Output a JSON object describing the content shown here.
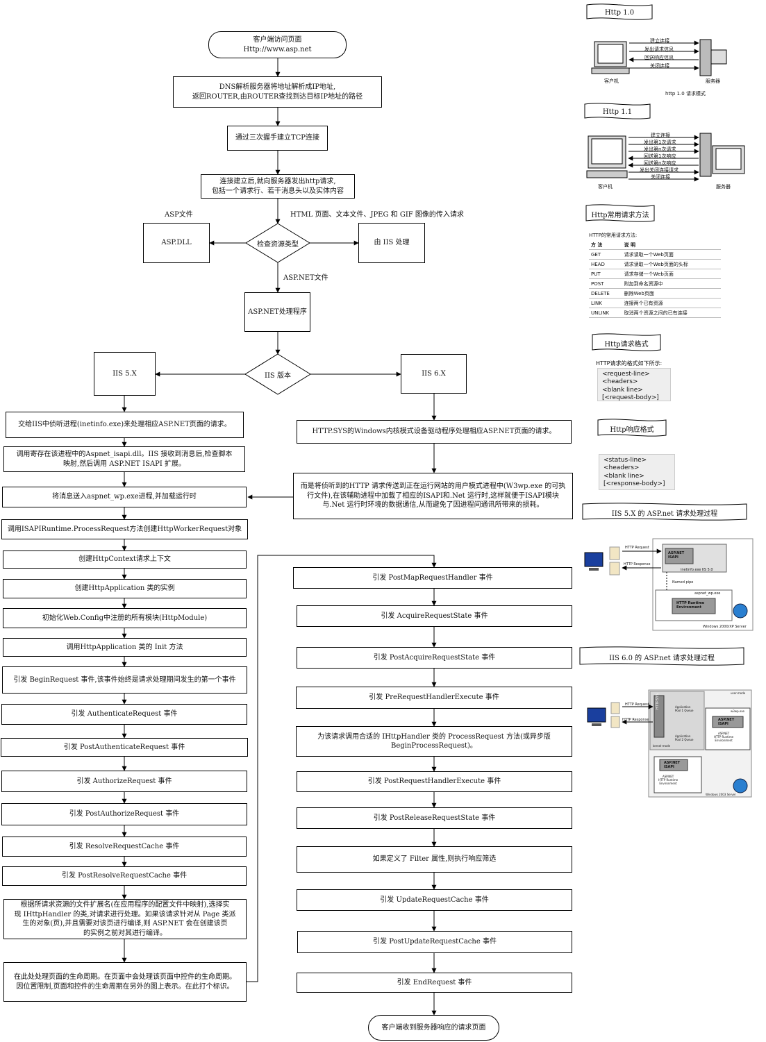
{
  "flow": {
    "start": "客户端访问页面\nHttp://www.asp.net",
    "dns": "DNS解析服务器将地址解析成IP地址,\n返回ROUTER,由ROUTER查找到达目标IP地址的路径",
    "tcp": "通过三次握手建立TCP连接",
    "send": "连接建立后,就向服务器发出http请求,\n包括一个请求行、若干消息头以及实体内容",
    "asp_file_label": "ASP文件",
    "html_label": "HTML 页面、文本文件、JPEG 和 GIF 图像的传入请求",
    "asp_dll": "ASP.DLL",
    "check": "检查资源类型",
    "iis_handle": "由 IIS 处理",
    "aspnet_file_label": "ASP.NET文件",
    "aspnet_handler": "ASP.NET处理程序",
    "iis_version": "IIS 版本",
    "iis5": "IIS 5.X",
    "iis6": "IIS 6.X",
    "l1": "交给IIS中侦听进程(inetinfo.exe)来处理相应ASP.NET页面的请求。",
    "l2": "调用寄存在该进程中的Aspnet_isapi.dll。IIS 接收到消息后,检查脚本\n映射,然后调用 ASP.NET ISAPI 扩展。",
    "l3": "将消息送入aspnet_wp.exe进程,并加载运行时",
    "l4": "调用ISAPIRuntime.ProcessRequest方法创建HttpWorkerRequest对象",
    "l5": "创建HttpContext请求上下文",
    "l6": "创建HttpApplication 类的实例",
    "l7": "初始化Web.Config中注册的所有模块(HttpModule)",
    "l8": "调用HttpApplication 类的 Init 方法",
    "l9": "引发 BeginRequest 事件,该事件始终是请求处理期间发生的第一个事件",
    "l10": "引发 AuthenticateRequest 事件",
    "l11": "引发 PostAuthenticateRequest 事件",
    "l12": "引发 AuthorizeRequest 事件",
    "l13": "引发 PostAuthorizeRequest 事件",
    "l14": "引发 ResolveRequestCache 事件",
    "l15": "引发 PostResolveRequestCache 事件",
    "l16": "根据所请求资源的文件扩展名(在应用程序的配置文件中映射),选择实\n现 IHttpHandler 的类,对请求进行处理。如果该请求针对从 Page 类派\n生的对象(页),并且需要对该页进行编译,则 ASP.NET 会在创建该页\n的实例之前对其进行编译。",
    "l17": "在此处处理页面的生命周期。在页面中会处理该页面中控件的生命周期。\n因位置限制,页面和控件的生命周期在另外的图上表示。在此打个标识。",
    "r1": "HTTP.SYS的Windows内核模式设备驱动程序处理相应ASP.NET页面的请求。",
    "r2": "而是将侦听到的HTTP 请求传送到正在运行网站的用户模式进程中(W3wp.exe 的可执\n行文件),在该辅助进程中加载了相应的ISAPI和.Net 运行时,这样就便于ISAPI模块\n与.Net 运行时环境的数据通信,从而避免了因进程间通讯所带来的损耗。",
    "r3": "引发 PostMapRequestHandler 事件",
    "r4": "引发 AcquireRequestState 事件",
    "r5": "引发 PostAcquireRequestState 事件",
    "r6": "引发 PreRequestHandlerExecute 事件",
    "r7": "为该请求调用合适的 IHttpHandler 类的 ProcessRequest 方法(或异步版\nBeginProcessRequest)。",
    "r8": "引发 PostRequestHandlerExecute 事件",
    "r9": "引发 PostReleaseRequestState 事件",
    "r10": "如果定义了 Filter 属性,则执行响应筛选",
    "r11": "引发 UpdateRequestCache 事件",
    "r12": "引发 PostUpdateRequestCache 事件",
    "r13": "引发 EndRequest 事件",
    "end": "客户端收到服务器响应的请求页面"
  },
  "side": {
    "http10_title": "Http 1.0",
    "http10_msgs": [
      "建立连接",
      "发出请求信息",
      "回送响应信息",
      "关闭连接"
    ],
    "client": "客户机",
    "server": "服务器",
    "http10_caption": "http 1.0 请求模式",
    "http11_title": "Http 1.1",
    "http11_msgs": [
      "建立连接",
      "发出第1次请求",
      "发出第n次请求",
      "回送第1次响应",
      "回送第n次响应",
      "发出关闭连接请求",
      "关闭连接"
    ],
    "methods_title": "Http常用请求方法",
    "methods_caption": "HTTP的常用请求方法:",
    "methods_header": [
      "方 法",
      "说 明"
    ],
    "methods": [
      [
        "GET",
        "请求读取一个Web页面"
      ],
      [
        "HEAD",
        "请求读取一个Web页面的头标"
      ],
      [
        "PUT",
        "请求存储一个Web页面"
      ],
      [
        "POST",
        "附加到命名资源中"
      ],
      [
        "DELETE",
        "删除Web页面"
      ],
      [
        "LINK",
        "连接两个已有资源"
      ],
      [
        "UNLINK",
        "取消两个资源之间的已有连接"
      ]
    ],
    "req_title": "Http请求格式",
    "req_caption": "HTTP请求的格式如下所示:",
    "req_format": "<request-line>\n<headers>\n<blank line>\n[<request-body>]",
    "resp_title": "Http响应格式",
    "resp_format": "<status-line>\n<headers>\n<blank line>\n[<response-body>]",
    "iis5_title": "IIS 5.X 的 ASP.net 请求处理过程",
    "iis6_title": "IIS 6.0 的 ASP.net 请求处理过程",
    "iis5_diag": {
      "http_request": "HTTP Request",
      "http_response": "HTTP Response",
      "isapi": "ASP.NET\nISAPI",
      "inetinfo": "inetinfo.exe IIS 5.0",
      "named_pipe": "Named pipe",
      "aspnet_wp": "aspnet_wp.exe",
      "runtime": "HTTP Runtime\nEnvironment",
      "os": "Windows 2000/XP Server"
    },
    "iis6_diag": {
      "http_request": "HTTP Request",
      "http_response": "HTTP Response",
      "httpsys": "HTTP.SYS",
      "pool1": "Application\nPool 1 Queue",
      "pool2": "Application\nPool 2 Queue",
      "kernel": "kernel-mode",
      "user": "user-mode",
      "w3wp": "w3wp.exe",
      "isapi": "ASP.NET\nISAPI",
      "runtime": "ASP.NET\nHTTP Runtime\nEnvironment",
      "os": "Windows 2003 Server"
    }
  }
}
